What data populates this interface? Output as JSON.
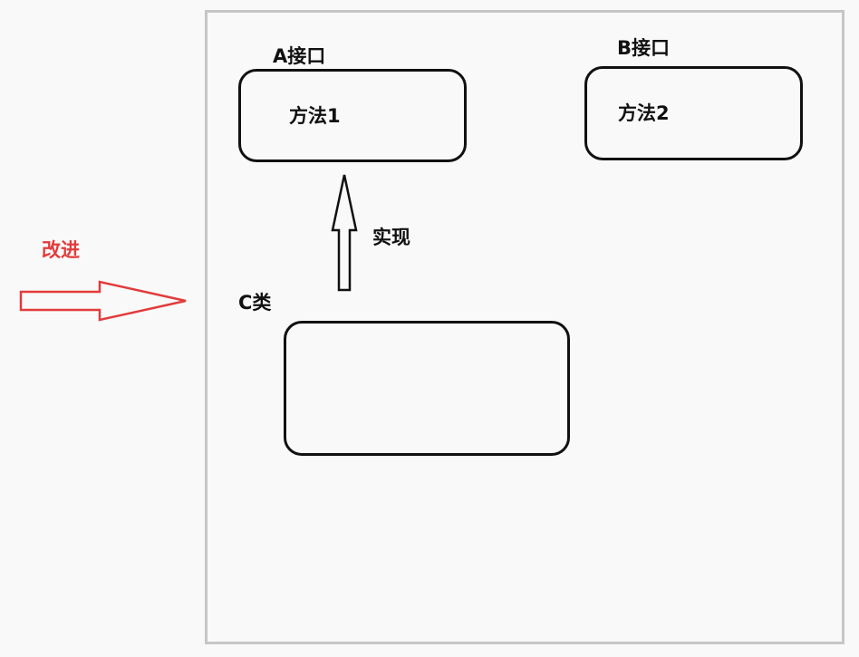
{
  "improve_label": "改进",
  "interface_a": {
    "title": "A接口",
    "method": "方法1"
  },
  "interface_b": {
    "title": "B接口",
    "method": "方法2"
  },
  "implement_label": "实现",
  "class_c": {
    "title": "C类"
  },
  "colors": {
    "arrow_red": "#e23b3b",
    "stroke": "#111111",
    "frame": "#c6c6c6"
  }
}
